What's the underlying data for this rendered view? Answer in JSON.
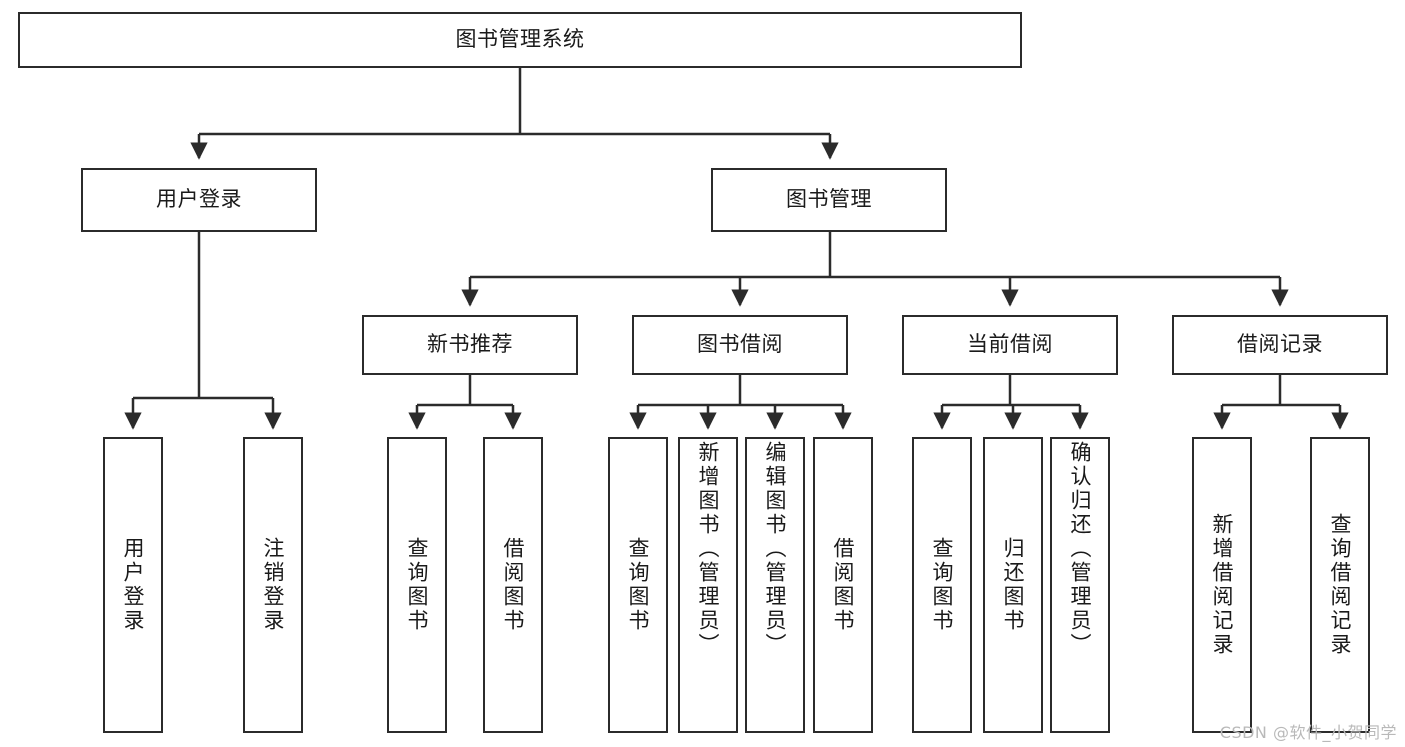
{
  "diagram": {
    "title": "图书管理系统",
    "type": "tree-hierarchy-chart",
    "root": {
      "id": "root",
      "label": "图书管理系统",
      "orientation": "horizontal"
    },
    "level2": [
      {
        "id": "user-login",
        "label": "用户登录",
        "orientation": "horizontal"
      },
      {
        "id": "book-manage",
        "label": "图书管理",
        "orientation": "horizontal"
      }
    ],
    "level3": [
      {
        "id": "new-book-recommend",
        "label": "新书推荐",
        "orientation": "horizontal",
        "parent": "book-manage"
      },
      {
        "id": "book-borrow",
        "label": "图书借阅",
        "orientation": "horizontal",
        "parent": "book-manage"
      },
      {
        "id": "current-borrow",
        "label": "当前借阅",
        "orientation": "horizontal",
        "parent": "book-manage"
      },
      {
        "id": "borrow-record",
        "label": "借阅记录",
        "orientation": "horizontal",
        "parent": "book-manage"
      }
    ],
    "leaves": {
      "user_login": [
        {
          "id": "leaf-user-login",
          "label": "用户登录"
        },
        {
          "id": "leaf-logout-login",
          "label": "注销登录"
        }
      ],
      "new_book_recommend": [
        {
          "id": "leaf-query-book-1",
          "label": "查询图书"
        },
        {
          "id": "leaf-borrow-book-1",
          "label": "借阅图书"
        }
      ],
      "book_borrow": [
        {
          "id": "leaf-query-book-2",
          "label": "查询图书"
        },
        {
          "id": "leaf-add-book",
          "label": "新增图书（管理员）"
        },
        {
          "id": "leaf-edit-book",
          "label": "编辑图书（管理员）"
        },
        {
          "id": "leaf-borrow-book-2",
          "label": "借阅图书"
        }
      ],
      "current_borrow": [
        {
          "id": "leaf-query-book-3",
          "label": "查询图书"
        },
        {
          "id": "leaf-return-book",
          "label": "归还图书"
        },
        {
          "id": "leaf-confirm-return",
          "label": "确认归还（管理员）"
        }
      ],
      "borrow_record": [
        {
          "id": "leaf-add-record",
          "label": "新增借阅记录"
        },
        {
          "id": "leaf-query-record",
          "label": "查询借阅记录"
        }
      ]
    },
    "colors": {
      "stroke": "#2b2b2b",
      "fill": "#ffffff",
      "text": "#1a1a1a",
      "watermark": "#b9b9b9"
    }
  },
  "watermark": {
    "text": "CSDN @软件_小贺同学"
  }
}
